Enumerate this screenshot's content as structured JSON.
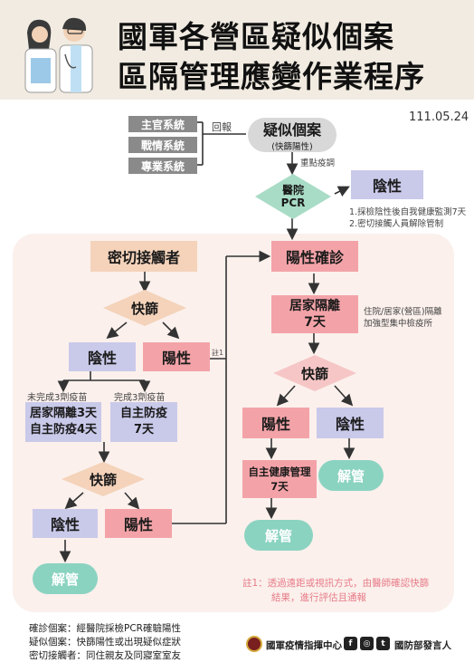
{
  "header": {
    "title_line1": "國軍各營區疑似個案",
    "title_line2": "區隔管理應變作業程序",
    "date": "111.05.24"
  },
  "top": {
    "systems": [
      "主官系統",
      "戰情系統",
      "專業系統"
    ],
    "report_label": "回報",
    "suspect_title": "疑似個案",
    "suspect_sub": "(快篩陽性)",
    "prevention_label": "重點疫調",
    "pcr_label_1": "醫院",
    "pcr_label_2": "PCR",
    "negative_label": "陰性",
    "negative_notes": [
      "1.採檢陰性後自我健康監測7天",
      "2.密切接觸人員解除管制"
    ]
  },
  "left_branch": {
    "contact_title": "密切接觸者",
    "screen_1": "快篩",
    "neg_1": "陰性",
    "pos_1": "陽性",
    "note_marker": "註1",
    "vaccine_incomplete": "未完成3劑疫苗",
    "vaccine_complete": "完成3劑疫苗",
    "isolation_a_1": "居家隔離3天",
    "isolation_a_2": "自主防疫4天",
    "isolation_b_1": "自主防疫",
    "isolation_b_2": "7天",
    "screen_2": "快篩",
    "neg_2": "陰性",
    "pos_2": "陽性",
    "release": "解管"
  },
  "right_branch": {
    "confirm_title": "陽性確診",
    "home_iso_1": "居家隔離",
    "home_iso_2": "7天",
    "home_iso_note_1": "住院/居家(營區)隔離",
    "home_iso_note_2": "加強型集中檢疫所",
    "screen_3": "快篩",
    "pos_3": "陽性",
    "neg_3": "陰性",
    "self_health_1": "自主健康管理",
    "self_health_2": "7天",
    "release_a": "解管",
    "release_b": "解管"
  },
  "footnote": {
    "line1": "註1：透過遠距或視訊方式，由醫師確認快篩",
    "line2": "結果，進行評估且通報"
  },
  "definitions": [
    "確診個案：經醫院採檢PCR確驗陽性",
    "疑似個案：快篩陽性或出現疑似症狀",
    "密切接觸者：同住親友及同寢室室友"
  ],
  "footer": {
    "org": "國軍疫情指揮中心",
    "social": [
      "f",
      "◎",
      "t"
    ],
    "spokesperson": "國防部發言人"
  },
  "colors": {
    "positive": "#f3a3a8",
    "negative": "#c9c9ea",
    "release": "#8bd3c1",
    "diamond": "#a9dcc6",
    "diamond_pink": "#f6c6c6",
    "beige": "#f4d3ba"
  }
}
